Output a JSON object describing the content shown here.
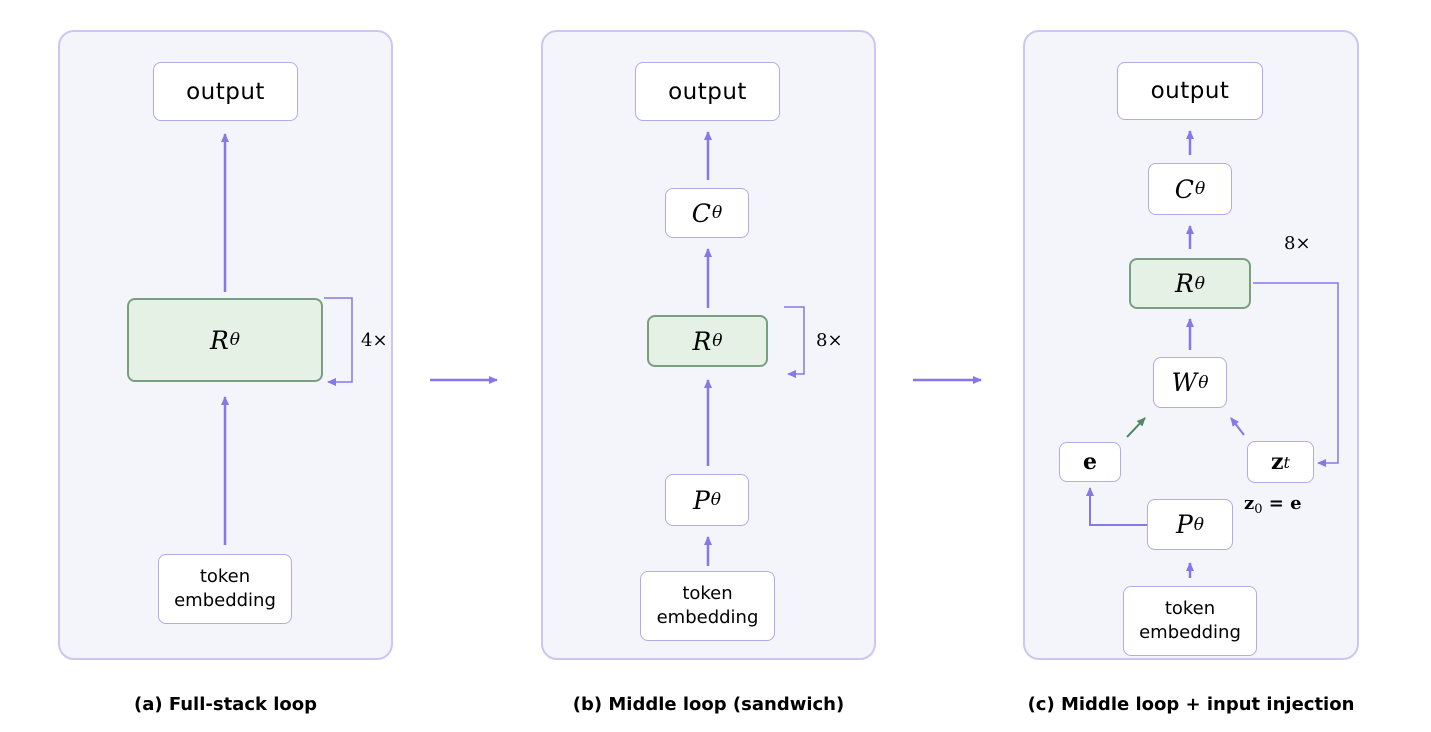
{
  "panels": [
    {
      "caption": "(a) Full-stack loop",
      "output": "output",
      "recurrent": "R",
      "theta": "θ",
      "repeat": "4×",
      "embedding": [
        "token",
        "embedding"
      ]
    },
    {
      "caption": "(b) Middle loop (sandwich)",
      "output": "output",
      "coda": "C",
      "recurrent": "R",
      "prelude": "P",
      "theta": "θ",
      "repeat": "8×",
      "embedding": [
        "token",
        "embedding"
      ]
    },
    {
      "caption": "(c) Middle loop + input injection",
      "output": "output",
      "coda": "C",
      "recurrent": "R",
      "adapter": "W",
      "prelude": "P",
      "theta": "θ",
      "repeat": "8×",
      "e": "e",
      "z": "z",
      "z_sub": "t",
      "z0_z": "z",
      "z0_sub": "0",
      "z0_rest": " = e",
      "embedding": [
        "token",
        "embedding"
      ]
    }
  ],
  "colors": {
    "panel_fill": "#f4f4fb",
    "panel_border": "#cdc6f2",
    "arrow": "#8877e6",
    "green_fill": "#e6f1e6",
    "green_border": "#7a9f80",
    "injection_arrow": "#4f8a66"
  }
}
